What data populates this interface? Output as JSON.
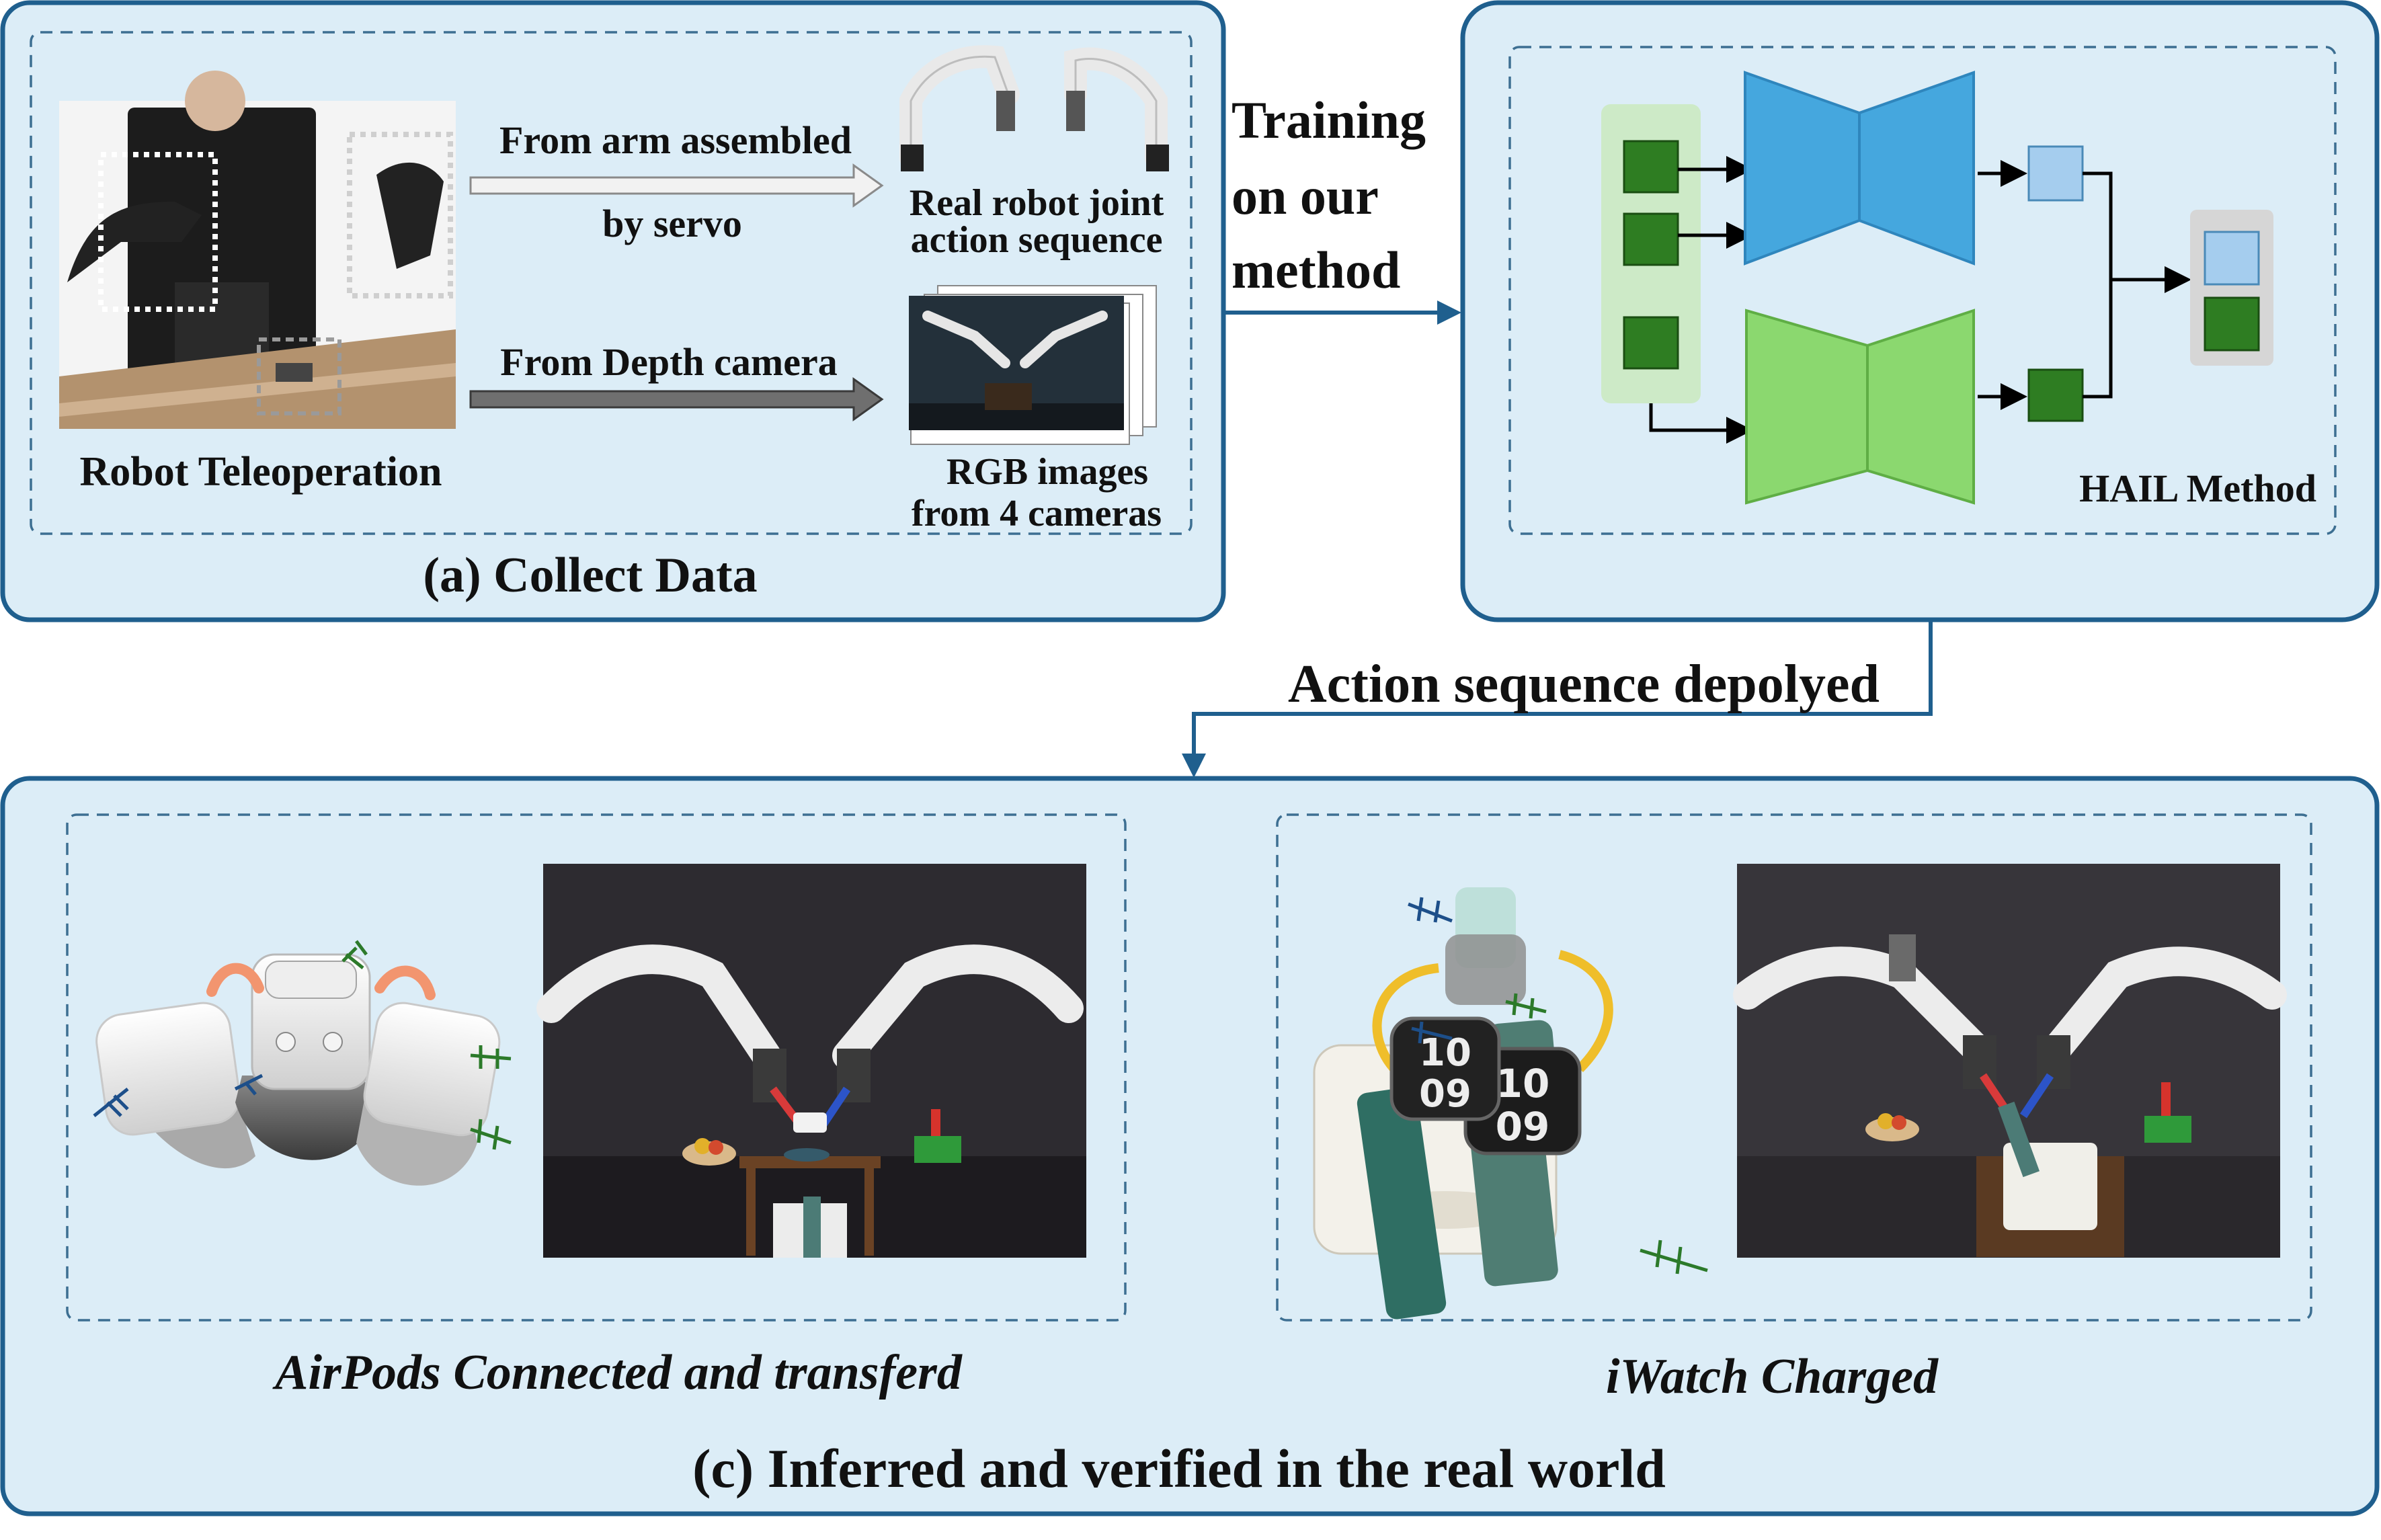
{
  "panel_a": {
    "caption": "(a) Collect Data",
    "left_label": "Robot Teleoperation",
    "arrow_top_label_1": "From arm assembled",
    "arrow_top_label_2": "by servo",
    "arrow_bottom_label": "From Depth camera",
    "right_top_label_1": "Real robot joint",
    "right_top_label_2": "action sequence",
    "right_bottom_label_1": "RGB images",
    "right_bottom_label_2": "from 4 cameras"
  },
  "connector_ab": {
    "line_1": "Training",
    "line_2": "on our",
    "line_3": "method"
  },
  "panel_b": {
    "method_label": "HAIL Method"
  },
  "connector_bc": {
    "label": "Action sequence depolyed"
  },
  "panel_c": {
    "caption": "(c) Inferred and verified in the real world",
    "left_caption": "AirPods Connected and transferd",
    "right_caption": "iWatch Charged",
    "watch_time_top": "10",
    "watch_time_bottom": "09"
  },
  "colors": {
    "panel_fill": "#dcedf7",
    "panel_border": "#1f5f8e",
    "encoder_blue": "#45a7de",
    "encoder_green": "#8bd86f",
    "token_dark_green": "#2e7d22",
    "token_light_blue": "#a5cdee"
  }
}
